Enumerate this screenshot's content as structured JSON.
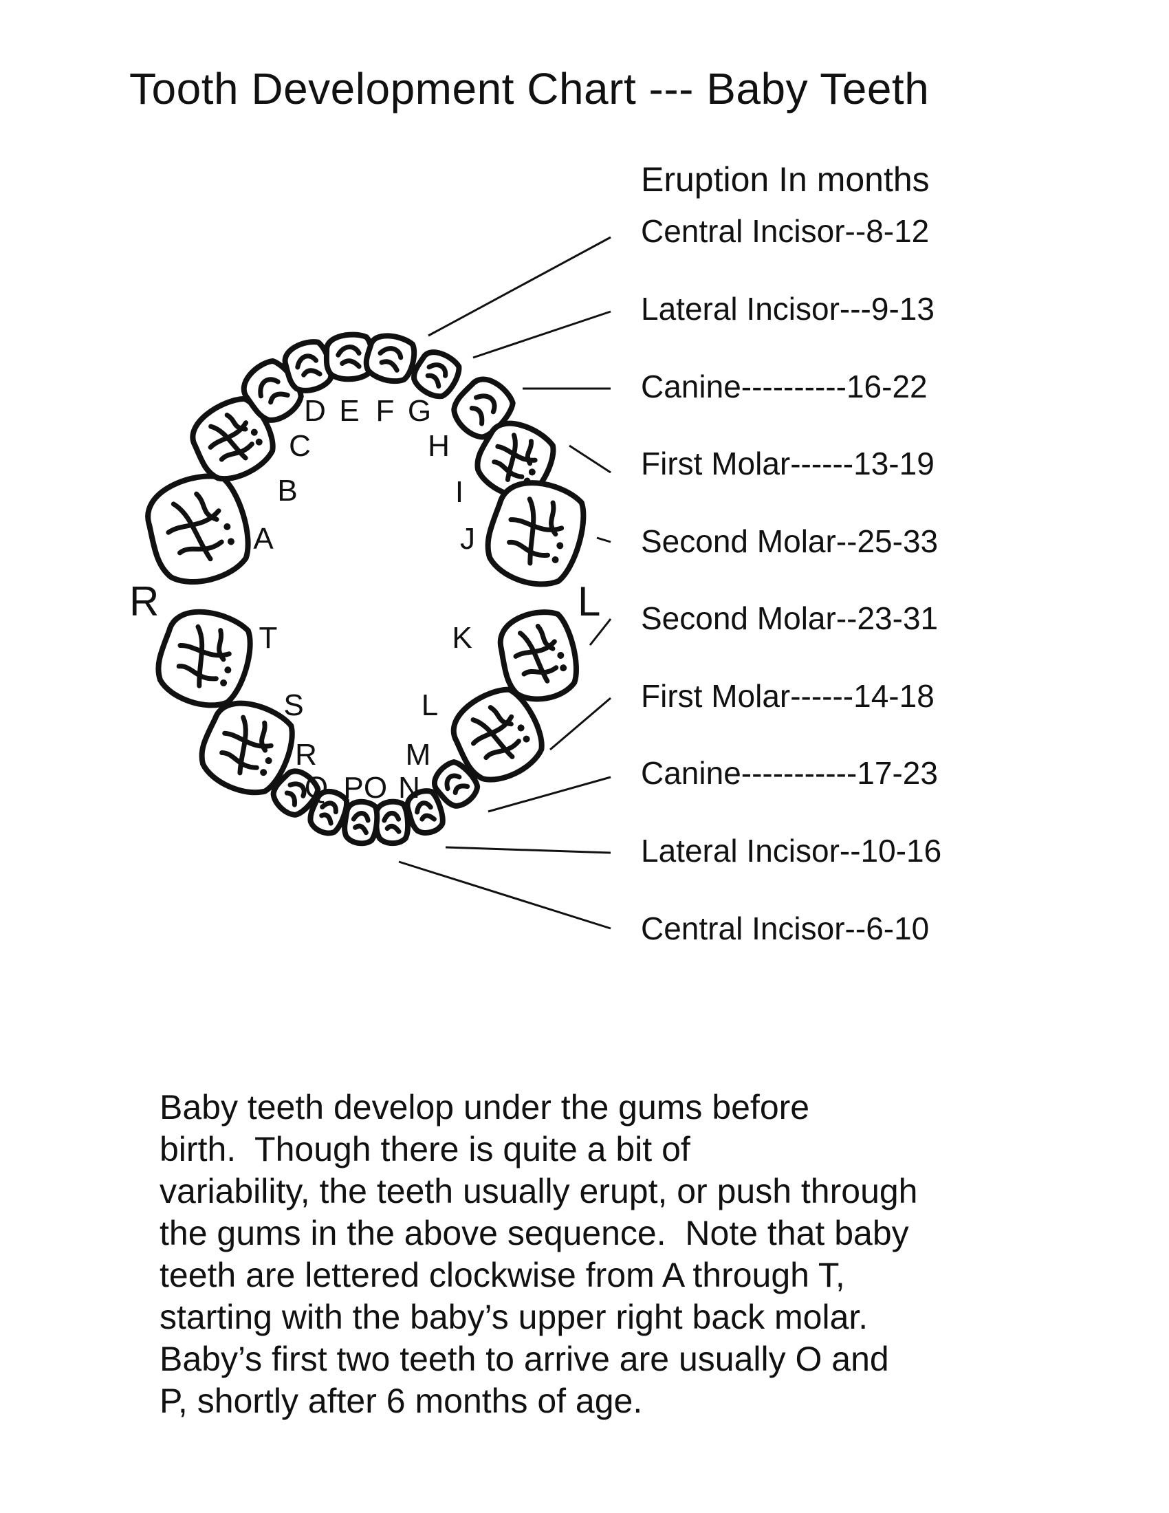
{
  "title": "Tooth Development Chart --- Baby Teeth",
  "eruption_heading": "Eruption In months",
  "eruption_rows": [
    "Central Incisor--8-12",
    "Lateral Incisor---9-13",
    "Canine----------16-22",
    "First Molar------13-19",
    "Second Molar--25-33",
    "Second Molar--23-31",
    "First Molar------14-18",
    "Canine-----------17-23",
    "Lateral Incisor--10-16",
    "Central Incisor--6-10"
  ],
  "side_labels": {
    "right": "R",
    "left": "L"
  },
  "upper_tooth_letters": [
    "A",
    "B",
    "C",
    "D",
    "E",
    "F",
    "G",
    "H",
    "I",
    "J"
  ],
  "lower_tooth_letters": [
    "K",
    "L",
    "M",
    "N",
    "O",
    "P",
    "Q",
    "R",
    "S",
    "T"
  ],
  "caption_lines": [
    "Baby teeth develop under the gums before",
    "birth.  Though there is quite a bit of",
    "variability, the teeth usually erupt, or push through",
    "the gums in the above sequence.  Note that baby",
    "teeth are lettered clockwise from A through T,",
    "starting with the baby’s upper right back molar.",
    "Baby’s first two teeth to arrive are usually O and",
    "P, shortly after 6 months of age."
  ]
}
